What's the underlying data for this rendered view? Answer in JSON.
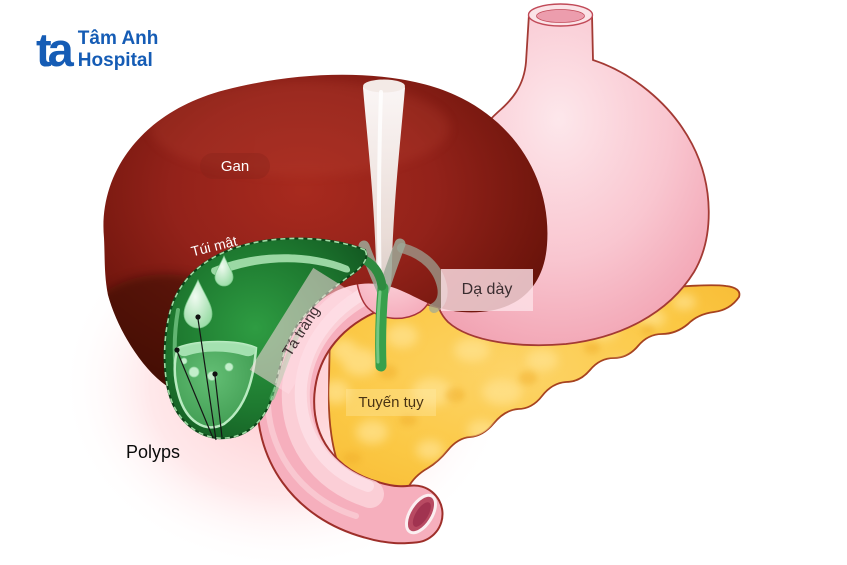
{
  "logo": {
    "monogram": "ta",
    "name_line1": "Tâm Anh",
    "name_line2": "Hospital"
  },
  "labels": {
    "liver": "Gan",
    "gallbladder": "Túi mật",
    "stomach": "Dạ dày",
    "duodenum": "Tá tràng",
    "pancreas": "Tuyến tụy",
    "polyps": "Polyps"
  },
  "colors": {
    "brand_blue": "#155CB5",
    "liver_red": "#8E2018",
    "stomach_pink": "#F8C5CF",
    "pancreas_yellow": "#FBC844",
    "gallbladder_green": "#1E7A30",
    "duodenum_pink": "#F6AFBD",
    "bile_duct_green": "#37A04C",
    "polyp_light_green": "#C3EECB",
    "outline_dark_red": "#A33A34"
  }
}
